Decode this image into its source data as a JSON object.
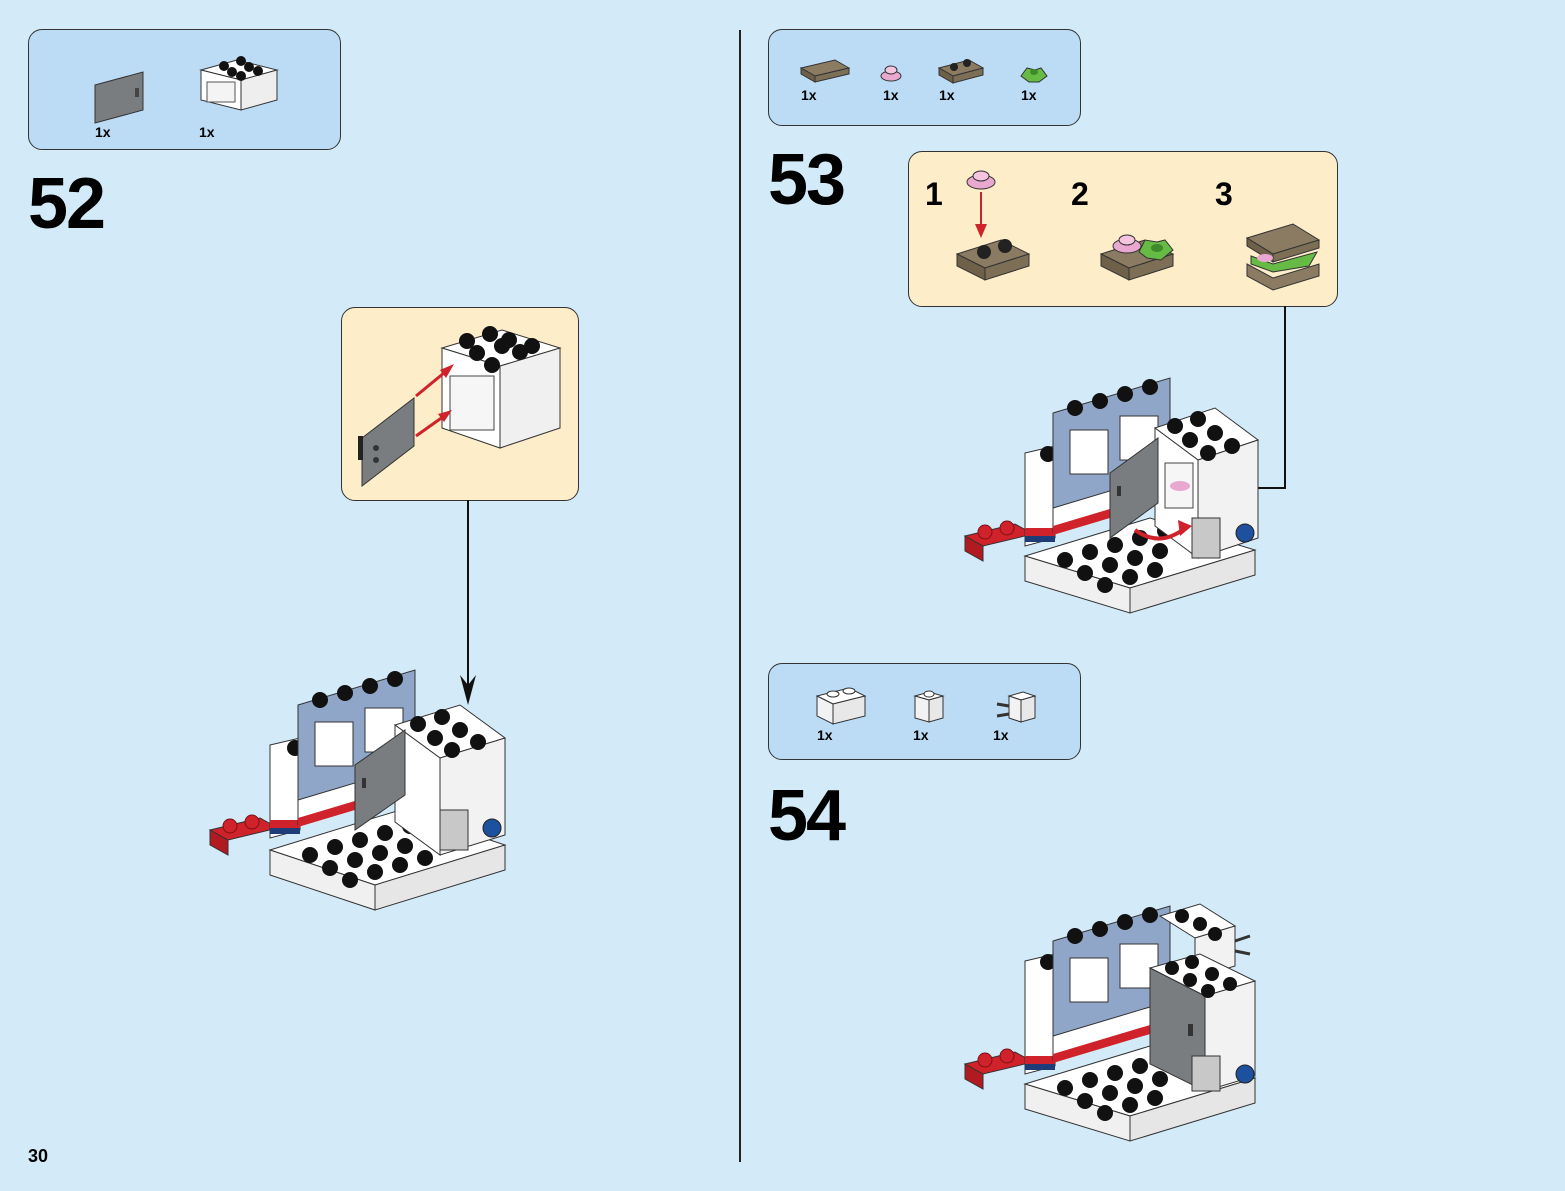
{
  "page": {
    "number": "30"
  },
  "steps": [
    {
      "number": "52",
      "parts": [
        {
          "qty": "1x",
          "part": "gray-door-panel"
        },
        {
          "qty": "1x",
          "part": "white-cupboard-2x2"
        }
      ]
    },
    {
      "number": "53",
      "parts": [
        {
          "qty": "1x",
          "part": "tan-tile-1x2"
        },
        {
          "qty": "1x",
          "part": "pink-round-plate"
        },
        {
          "qty": "1x",
          "part": "tan-plate-1x2"
        },
        {
          "qty": "1x",
          "part": "green-leaf-plate"
        }
      ],
      "substeps": [
        "1",
        "2",
        "3"
      ]
    },
    {
      "number": "54",
      "parts": [
        {
          "qty": "1x",
          "part": "white-brick-1x2"
        },
        {
          "qty": "1x",
          "part": "white-brick-1x1"
        },
        {
          "qty": "1x",
          "part": "white-brick-clip"
        }
      ]
    }
  ],
  "colors": {
    "background": "#d3ebf9",
    "parts_box": "#bcdcf5",
    "callout": "#fdedc8",
    "arrow": "#d0222a",
    "brick_red": "#d0222a",
    "brick_white": "#ffffff",
    "window_blue": "#8fa6c8",
    "door_gray": "#7a7d80"
  }
}
